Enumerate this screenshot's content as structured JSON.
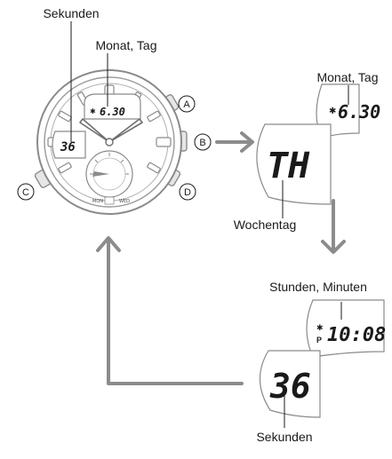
{
  "labels": {
    "seconds_top": "Sekunden",
    "month_day_watch": "Monat, Tag",
    "month_day_panel": "Monat, Tag",
    "weekday": "Wochentag",
    "hours_minutes": "Stunden, Minuten",
    "seconds_bottom": "Sekunden"
  },
  "buttons": {
    "a": "A",
    "b": "B",
    "c": "C",
    "d": "D"
  },
  "watch": {
    "date_display": "6.30",
    "seconds_display": "36",
    "subdial_labels": [
      "MON",
      "WED"
    ]
  },
  "panels": {
    "date": {
      "value": "6.30",
      "icon": "bluetooth-icon"
    },
    "weekday": {
      "value": "TH"
    },
    "time": {
      "value": "10:08",
      "pm_indicator": "P",
      "icon": "bluetooth-icon"
    },
    "seconds": {
      "value": "36"
    }
  },
  "colors": {
    "arrow": "#8c8c8c",
    "watch_outline": "#8a8a8a",
    "text": "#1a1a1a"
  }
}
